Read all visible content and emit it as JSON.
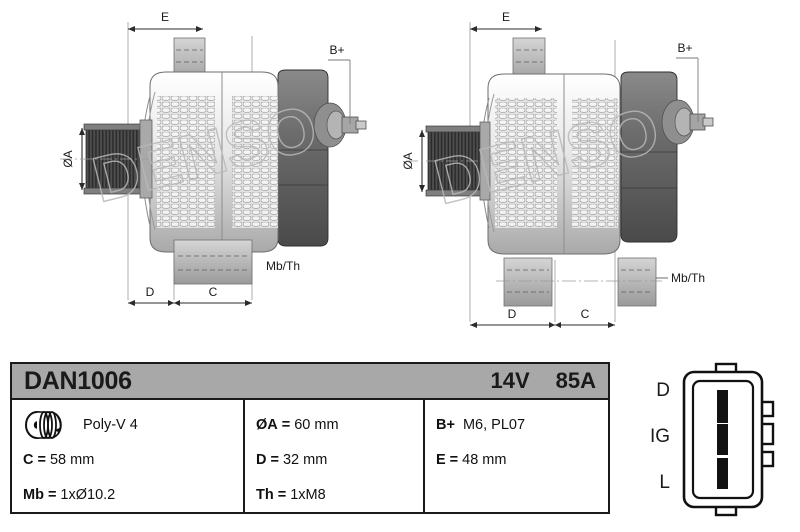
{
  "drawing": {
    "views": [
      {
        "name": "left-view",
        "dim_e": "E",
        "dim_d": "D",
        "dim_c": "C",
        "dim_dia_a": "ØA",
        "label_b_plus": "B+",
        "label_mb_th": "Mb/Th",
        "watermark": "DENSO"
      },
      {
        "name": "right-view",
        "dim_e": "E",
        "dim_d": "D",
        "dim_c": "C",
        "dim_dia_a": "ØA",
        "label_b_plus": "B+",
        "label_mb_th": "Mb/Th",
        "watermark": "DENSO"
      }
    ]
  },
  "spec_table": {
    "part_number": "DAN1006",
    "voltage": "14V",
    "amperage": "85A",
    "pulley": {
      "icon": "pulley-icon",
      "label": "Poly-V 4"
    },
    "rows": [
      {
        "key": "C",
        "eq": "=",
        "value": "58 mm"
      },
      {
        "key": "Mb",
        "eq": "=",
        "value": "1xØ10.2"
      },
      {
        "key": "ØA",
        "eq": "=",
        "value": "60 mm"
      },
      {
        "key": "D",
        "eq": "=",
        "value": "32 mm"
      },
      {
        "key": "Th",
        "eq": "=",
        "value": "1xM8"
      },
      {
        "key": "B+",
        "eq": "",
        "value": "M6, PL07"
      },
      {
        "key": "E",
        "eq": "=",
        "value": "48 mm"
      }
    ]
  },
  "connector": {
    "name": "plug-connector",
    "pins": [
      "D",
      "IG",
      "L"
    ],
    "pin_count": 3
  },
  "colors": {
    "header_gray": "#a8a8a8",
    "border_black": "#1a1a1a",
    "body_gray": "#b9b9b9",
    "dark_gray": "#5b5b5b",
    "light_gray": "#dcdcdc",
    "watermark_gray": "#cfcfcf"
  }
}
